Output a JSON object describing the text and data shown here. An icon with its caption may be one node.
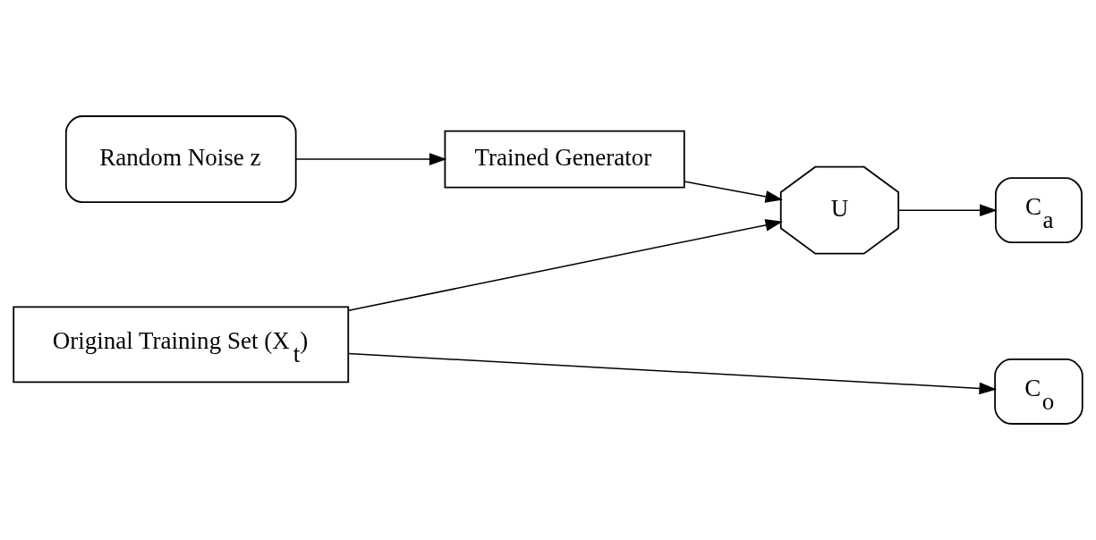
{
  "diagram": {
    "nodes": [
      {
        "text": [
          "Random Noise z"
        ]
      },
      {
        "text": [
          "Trained Generator"
        ]
      },
      {
        "text": [
          "Original Training Set (X$_{t}$)"
        ]
      },
      {
        "text": [
          "U"
        ]
      },
      {
        "text": [
          "C$_{a}$"
        ]
      },
      {
        "text": [
          "C$_{o}$"
        ]
      }
    ],
    "edges": [
      {
        "from": 0,
        "to": 1,
        "arrow": "to"
      },
      {
        "from": 1,
        "to": 3,
        "arrow": "to"
      },
      {
        "from": 2,
        "to": 3,
        "arrow": "to"
      },
      {
        "from": 3,
        "to": 4,
        "arrow": "to"
      },
      {
        "from": 2,
        "to": 5,
        "arrow": "to"
      }
    ]
  }
}
